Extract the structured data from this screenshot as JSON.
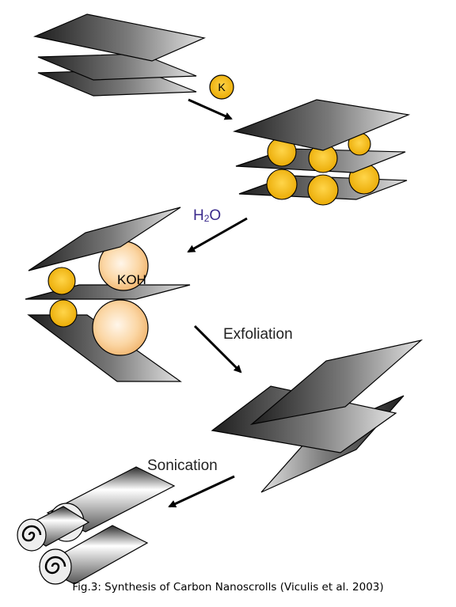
{
  "labels": {
    "potassium": "K",
    "water_main": "H",
    "water_sub": "2",
    "water_tail": "O",
    "koh": "KOH",
    "exfoliation": "Exfoliation",
    "sonication": "Sonication"
  },
  "caption": "Fig.3: Synthesis of Carbon Nanoscrolls (Viculis et al. 2003)",
  "colors": {
    "sheet_dark": "#2a2a2a",
    "sheet_light": "#dcdcdc",
    "ball_yellow": "#f2b705",
    "ball_peach": "#f9c98a",
    "water_label": "#3a2a8c"
  }
}
